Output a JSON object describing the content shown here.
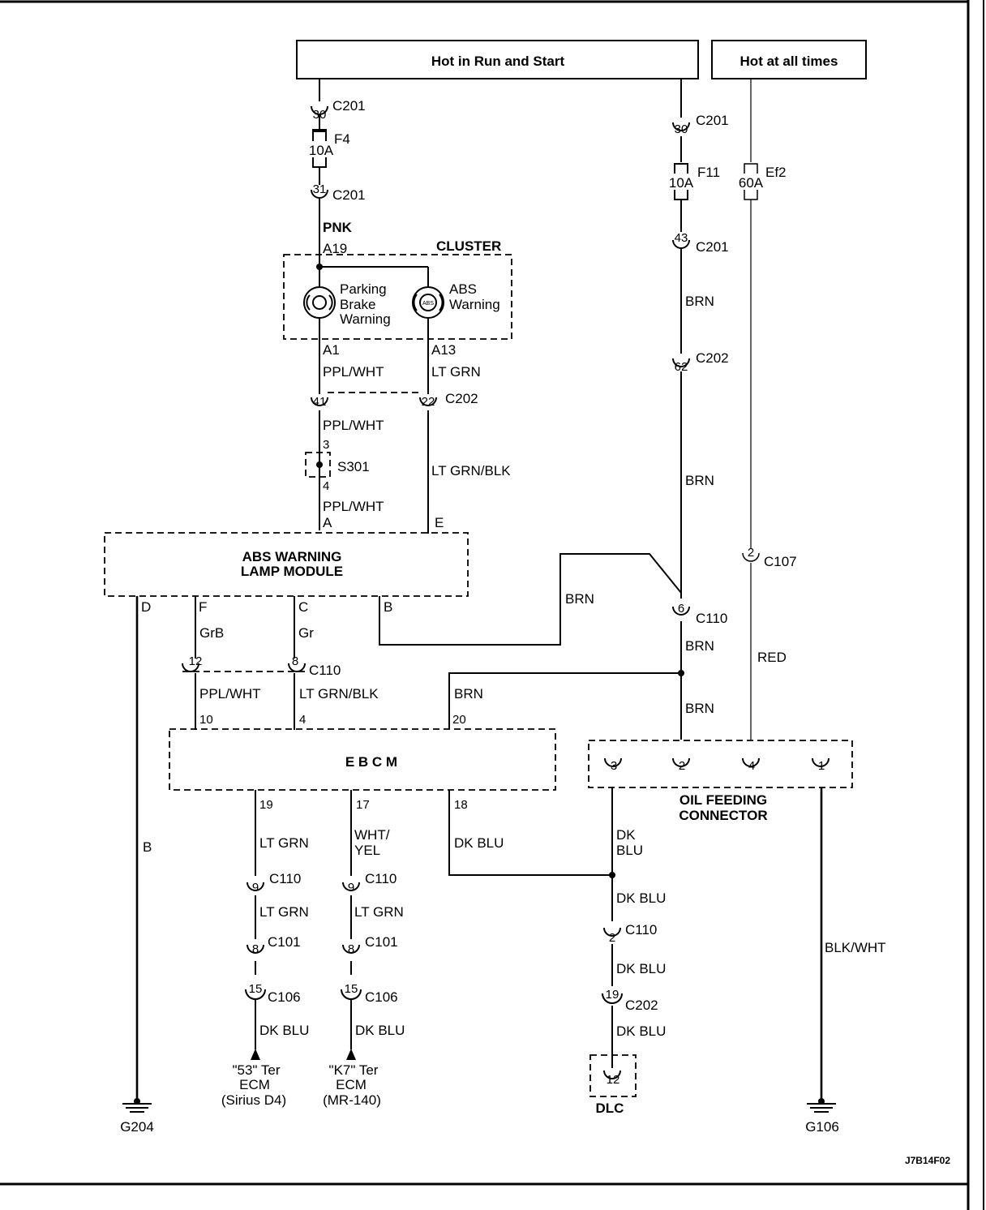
{
  "power": {
    "run_start": "Hot in Run and Start",
    "all_times": "Hot at all times"
  },
  "fuses": {
    "f4": {
      "rating": "10A",
      "name": "F4"
    },
    "f11": {
      "rating": "10A",
      "name": "F11"
    },
    "ef2": {
      "rating": "60A",
      "name": "Ef2"
    }
  },
  "connectors": {
    "c201": "C201",
    "c202": "C202",
    "c110": "C110",
    "c107": "C107",
    "c101": "C101",
    "c106": "C106",
    "s301": "S301"
  },
  "pins": {
    "p30a": "30",
    "p31": "31",
    "p30b": "30",
    "p43": "43",
    "p62": "62",
    "p41": "41",
    "p22": "22",
    "p3": "3",
    "p4": "4",
    "p2c107": "2",
    "p6": "6",
    "p12": "12",
    "p8": "8",
    "p10": "10",
    "p4e": "4",
    "p20": "20",
    "p19": "19",
    "p17": "17",
    "p18": "18",
    "p9a": "9",
    "p9b": "9",
    "p8a": "8",
    "p8b": "8",
    "p15a": "15",
    "p15b": "15",
    "p2c110": "2",
    "p19c202": "19",
    "p12dlc": "12",
    "ofc3": "3",
    "ofc2": "2",
    "ofc4": "4",
    "ofc1": "1"
  },
  "cluster": {
    "title": "CLUSTER",
    "pin_a19": "A19",
    "pin_a1": "A1",
    "pin_a13": "A13",
    "parking": [
      "Parking",
      "Brake",
      "Warning"
    ],
    "abs": [
      "ABS",
      "Warning"
    ],
    "abs_icon": "ABS"
  },
  "abs_module": {
    "title": [
      "ABS WARNING",
      "LAMP MODULE"
    ],
    "pins": {
      "A": "A",
      "E": "E",
      "D": "D",
      "F": "F",
      "C": "C",
      "B": "B"
    }
  },
  "ebcm": {
    "title": "E B C M"
  },
  "oil_connector": {
    "title": [
      "OIL FEEDING",
      "CONNECTOR"
    ]
  },
  "wires": {
    "pnk": "PNK",
    "ppl_wht_1": "PPL/WHT",
    "ppl_wht_2": "PPL/WHT",
    "ppl_wht_3": "PPL/WHT",
    "lt_grn": "LT GRN",
    "lt_grn_blk": "LT GRN/BLK",
    "brn_1": "BRN",
    "brn_2": "BRN",
    "brn_3": "BRN",
    "brn_4": "BRN",
    "brn_5": "BRN",
    "brn_6": "BRN",
    "grb": "GrB",
    "gr": "Gr",
    "ppl_wht_4": "PPL/WHT",
    "lt_grn_blk_2": "LT GRN/BLK",
    "red": "RED",
    "b": "B",
    "lt_grn_19a": "LT GRN",
    "lt_grn_19b": "LT GRN",
    "wht_yel": [
      "WHT/",
      "YEL"
    ],
    "lt_grn_17": "LT GRN",
    "dk_blu_18": "DK BLU",
    "dk_blu_ofc": [
      "DK",
      "BLU"
    ],
    "dk_blu_a": "DK BLU",
    "dk_blu_b": "DK BLU",
    "dk_blu_c": "DK BLU",
    "dk_blu_53": "DK BLU",
    "dk_blu_k7": "DK BLU",
    "blk_wht": "BLK/WHT"
  },
  "terminals": {
    "ecm_53": [
      "\"53\" Ter",
      "ECM",
      "(Sirius D4)"
    ],
    "ecm_k7": [
      "\"K7\" Ter",
      "ECM",
      "(MR-140)"
    ],
    "dlc": "DLC"
  },
  "grounds": {
    "g204": "G204",
    "g106": "G106"
  },
  "figure_id": "J7B14F02"
}
